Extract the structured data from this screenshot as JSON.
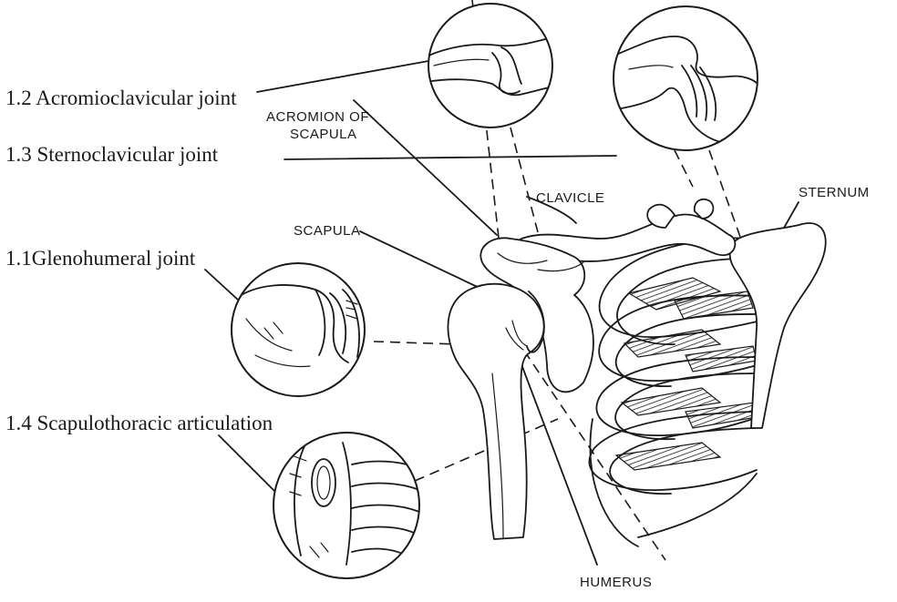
{
  "joint_labels": {
    "acromioclavicular": "1.2 Acromioclavicular joint",
    "sternoclavicular": "1.3 Sternoclavicular joint",
    "glenohumeral": "1.1Glenohumeral joint",
    "scapulothoracic": "1.4 Scapulothoracic articulation"
  },
  "anatomy_labels": {
    "acromion_line1": "ACROMION OF",
    "acromion_line2": "SCAPULA",
    "clavicle": "CLAVICLE",
    "scapula": "SCAPULA",
    "sternum": "STERNUM",
    "humerus": "HUMERUS"
  },
  "colors": {
    "ink": "#1a1a1a",
    "paper": "#ffffff"
  }
}
